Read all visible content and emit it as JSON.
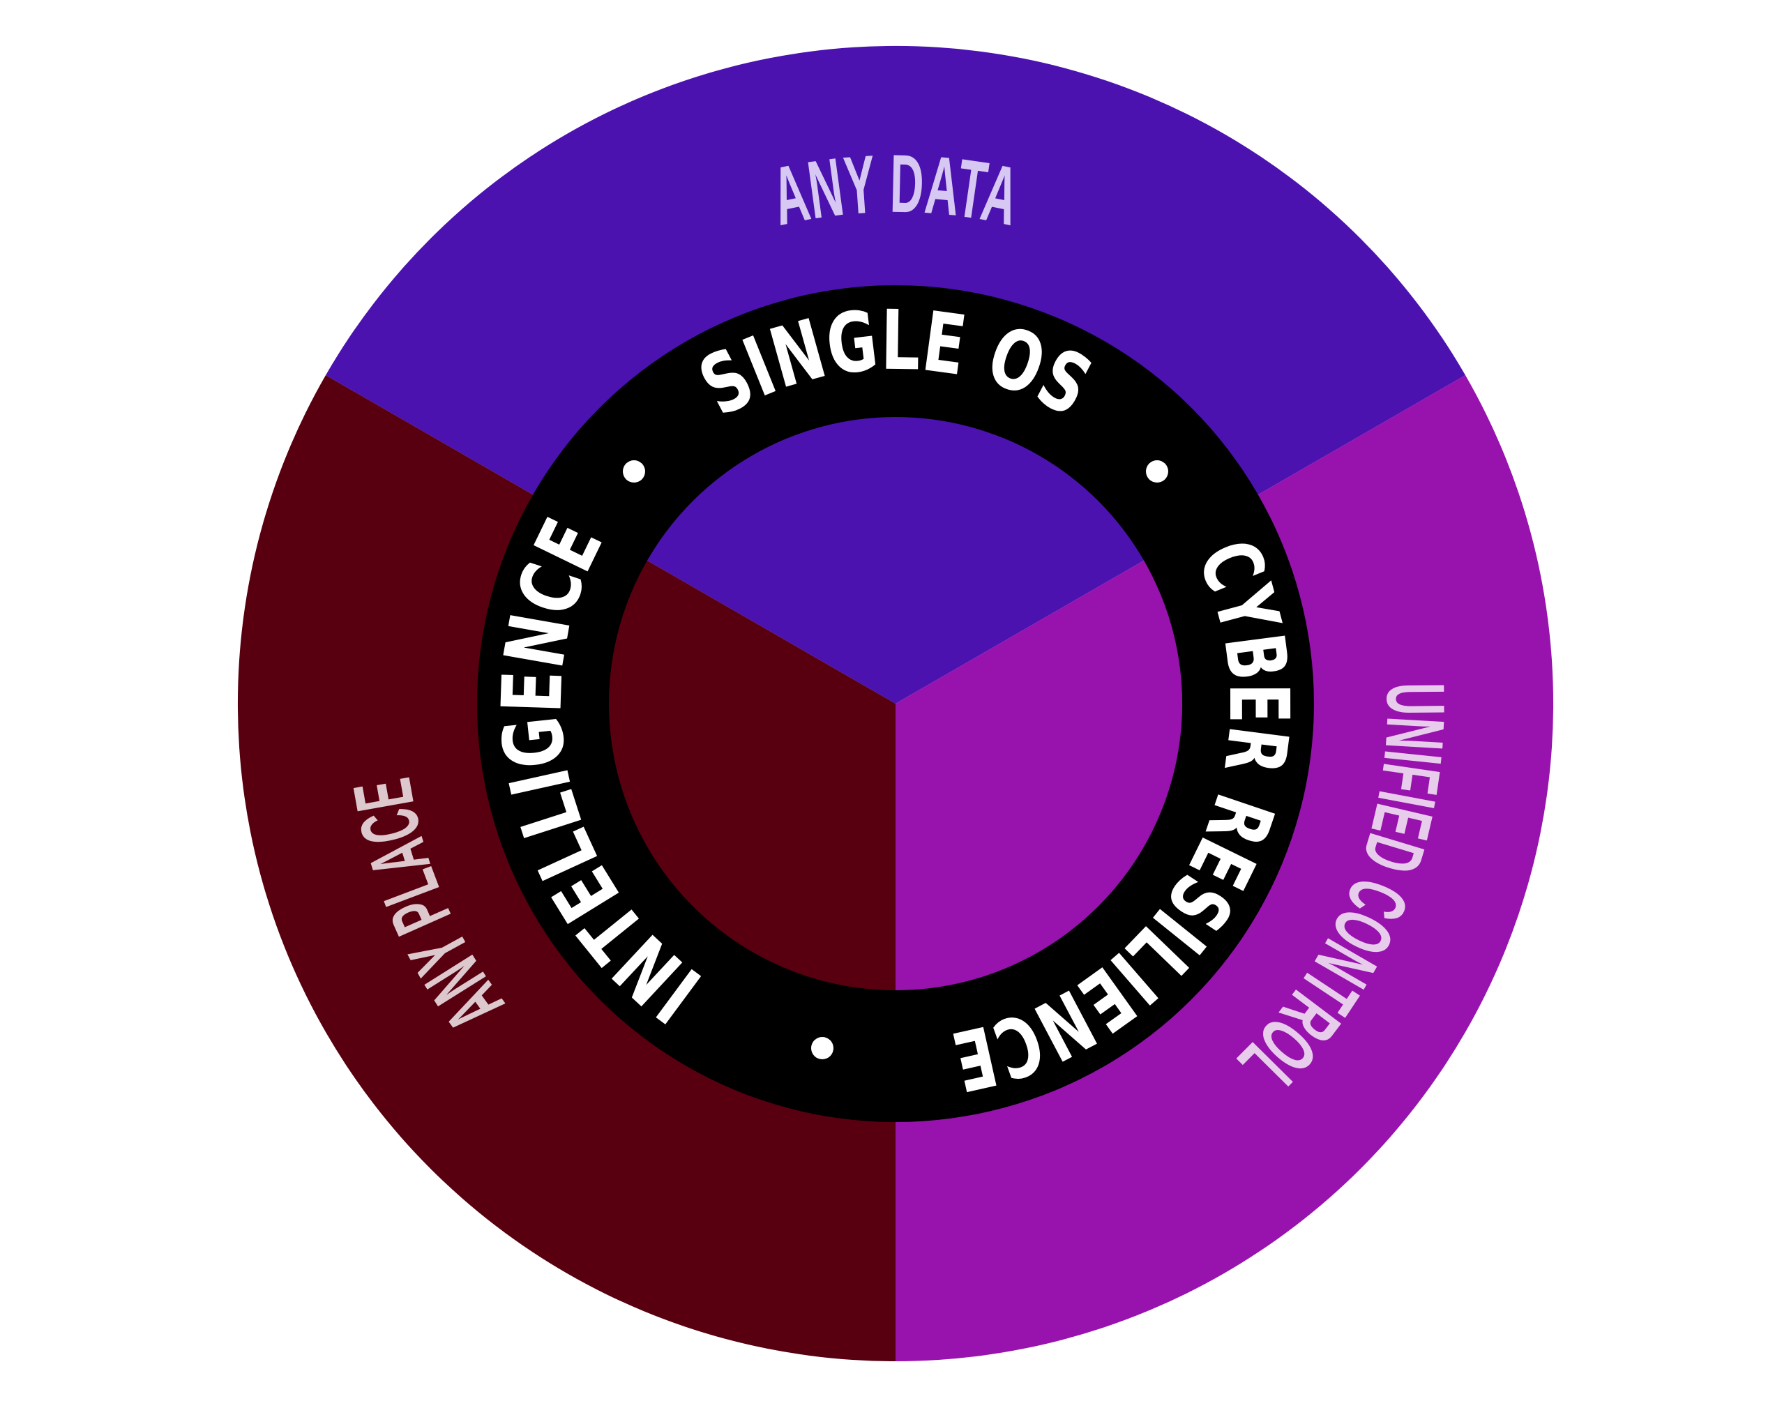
{
  "diagram": {
    "segments": [
      {
        "id": "top",
        "label": "ANY DATA",
        "color": "#4B12B0",
        "text_color": "#D6C8F2"
      },
      {
        "id": "right",
        "label": "UNIFIED CONTROL",
        "color": "#9812AE",
        "text_color": "#E8CCEC"
      },
      {
        "id": "left",
        "label": "ANY PLACE",
        "color": "#58000F",
        "text_color": "#DCC8CD"
      }
    ],
    "ring": {
      "color": "#000000",
      "text_color": "#FFFFFF",
      "labels": [
        "SINGLE OS",
        "CYBER RESILIENCE",
        "INTELLIGENCE"
      ]
    }
  }
}
